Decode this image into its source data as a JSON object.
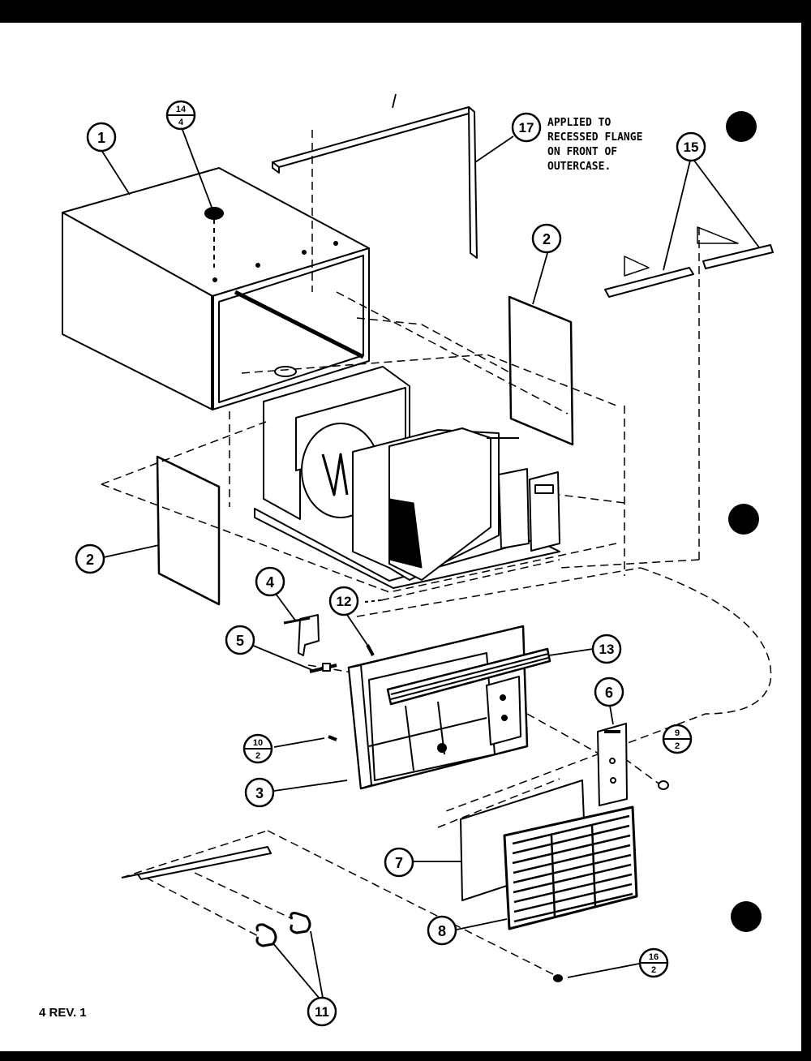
{
  "note_text": {
    "line1": "APPLIED TO",
    "line2": "RECESSED FLANGE",
    "line3": "ON FRONT OF",
    "line4": "OUTERCASE."
  },
  "footer": {
    "page_label": "4 REV. 1"
  },
  "callouts": {
    "c1": "1",
    "c2a": "2",
    "c2b": "2",
    "c3": "3",
    "c4": "4",
    "c5": "5",
    "c6": "6",
    "c7": "7",
    "c8": "8",
    "c11": "11",
    "c12": "12",
    "c13": "13",
    "c15": "15",
    "c17": "17",
    "c14_top": "14",
    "c14_bottom": "4",
    "c10_top": "10",
    "c10_bottom": "2",
    "c9_top": "9",
    "c9_bottom": "2",
    "c16_top": "16",
    "c16_bottom": "2"
  },
  "colors": {
    "ink": "#000000",
    "paper": "#ffffff"
  }
}
